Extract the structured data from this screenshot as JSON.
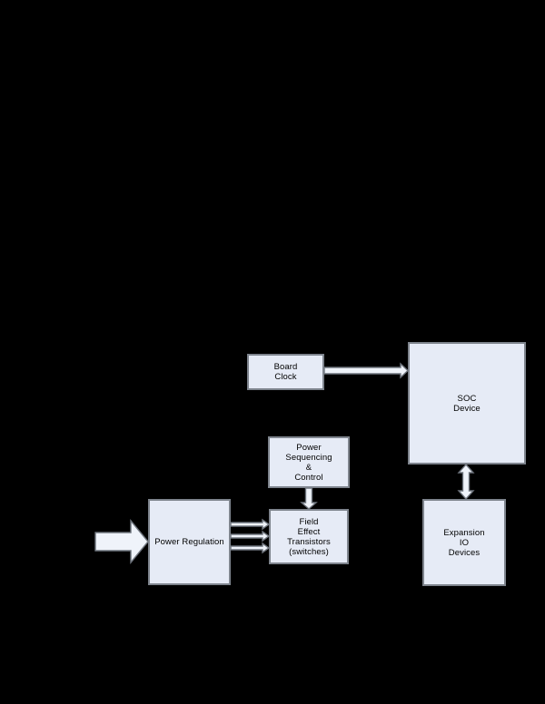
{
  "colors": {
    "background": "#000000",
    "box_fill": "#e6ebf6",
    "box_border": "#7e848d",
    "arrow_fill": "#eff3fa",
    "arrow_stroke": "#6e747d",
    "text": "#000000"
  },
  "diagram": {
    "boxes": {
      "board_clock": {
        "lines": [
          "Board",
          "Clock"
        ]
      },
      "soc": {
        "lines": [
          "SOC",
          "Device"
        ]
      },
      "power_sequencing": {
        "lines": [
          "Power",
          "Sequencing",
          "&",
          "Control"
        ]
      },
      "fet": {
        "lines": [
          "Field",
          "Effect",
          "Transistors",
          "(switches)"
        ]
      },
      "power_regulation": {
        "lines": [
          "Power Regulation"
        ]
      },
      "expansion_io": {
        "lines": [
          "Expansion",
          "IO",
          "Devices"
        ]
      }
    },
    "connections": [
      {
        "from": "Board Clock",
        "to": "SOC Device",
        "type": "arrow"
      },
      {
        "from": "Power Sequencing & Control",
        "to": "Field Effect Transistors (switches)",
        "type": "arrow"
      },
      {
        "from": "Power Regulation",
        "to": "Field Effect Transistors (switches)",
        "type": "triple-arrow"
      },
      {
        "from": "SOC Device",
        "to": "Expansion IO Devices",
        "type": "double-headed-arrow"
      },
      {
        "from": "(unlabeled input)",
        "to": "Power Regulation",
        "type": "block-arrow"
      }
    ]
  }
}
